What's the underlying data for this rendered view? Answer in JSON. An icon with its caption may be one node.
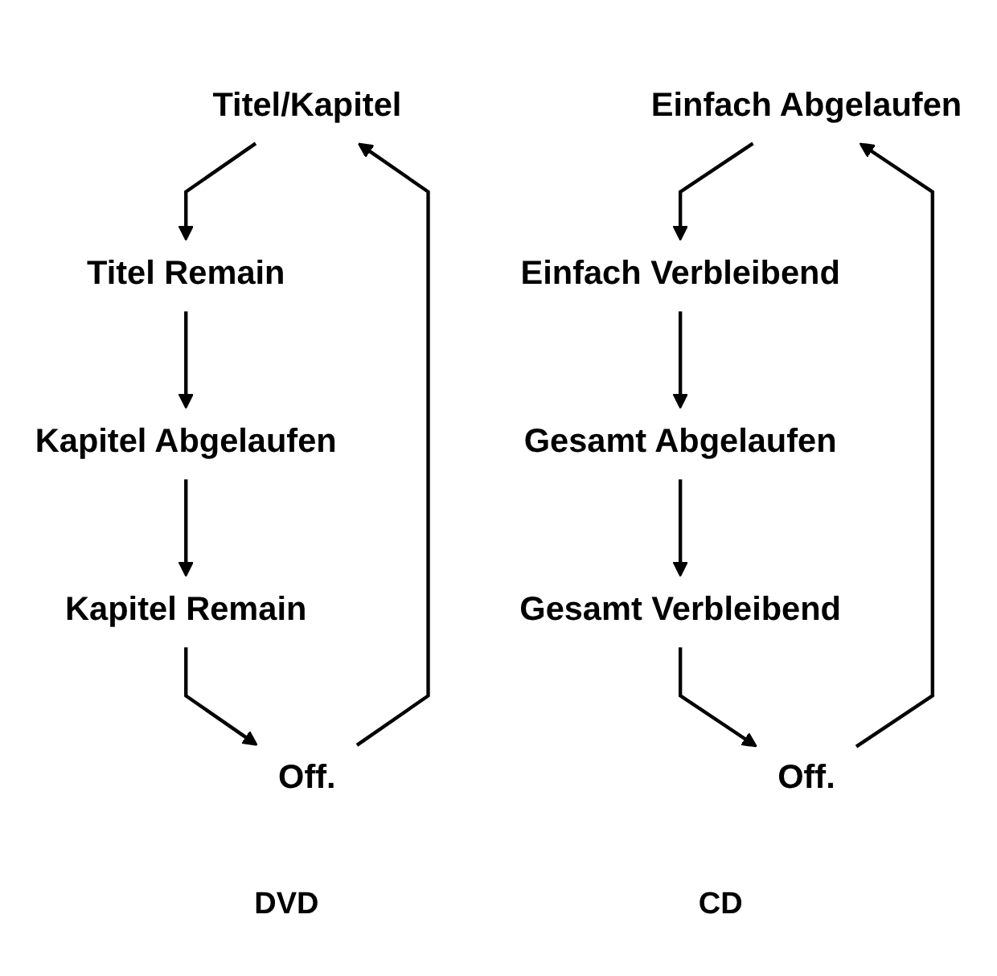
{
  "diagram": {
    "nodes": [
      {
        "text": [
          "Titel/Kapitel"
        ]
      },
      {
        "text": [
          "Titel Remain"
        ]
      },
      {
        "text": [
          "Kapitel Abgelaufen"
        ]
      },
      {
        "text": [
          "Kapitel Remain"
        ]
      },
      {
        "text": [
          "Off."
        ]
      },
      {
        "text": [
          "Einfach Abgelaufen"
        ]
      },
      {
        "text": [
          "Einfach Verbleibend"
        ]
      },
      {
        "text": [
          "Gesamt Abgelaufen"
        ]
      },
      {
        "text": [
          "Gesamt Verbleibend"
        ]
      },
      {
        "text": [
          "Off."
        ]
      }
    ],
    "edges": [
      {
        "from": 0,
        "to": 1,
        "arrow": "to"
      },
      {
        "from": 1,
        "to": 2,
        "arrow": "to"
      },
      {
        "from": 2,
        "to": 3,
        "arrow": "to"
      },
      {
        "from": 3,
        "to": 4,
        "arrow": "to"
      },
      {
        "from": 4,
        "to": 0,
        "arrow": "to"
      },
      {
        "from": 5,
        "to": 6,
        "arrow": "to"
      },
      {
        "from": 6,
        "to": 7,
        "arrow": "to"
      },
      {
        "from": 7,
        "to": 8,
        "arrow": "to"
      },
      {
        "from": 8,
        "to": 9,
        "arrow": "to"
      },
      {
        "from": 9,
        "to": 5,
        "arrow": "to"
      }
    ],
    "labels": [
      "DVD",
      "CD"
    ]
  }
}
